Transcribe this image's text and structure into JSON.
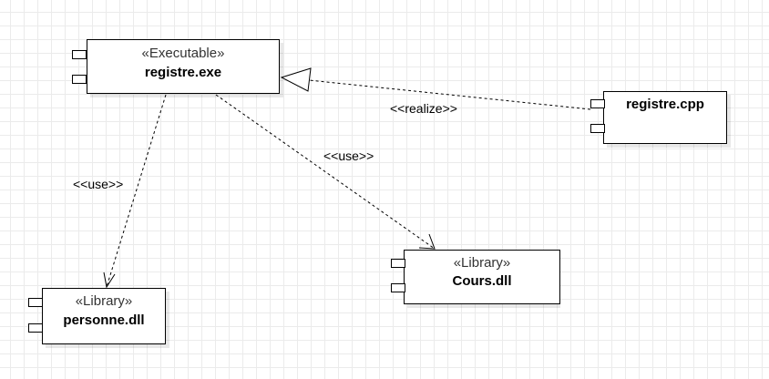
{
  "diagram": {
    "components": {
      "registre_exe": {
        "stereotype": "«Executable»",
        "name": "registre.exe"
      },
      "registre_cpp": {
        "stereotype": "",
        "name": "registre.cpp"
      },
      "personne_dll": {
        "stereotype": "«Library»",
        "name": "personne.dll"
      },
      "cours_dll": {
        "stereotype": "«Library»",
        "name": "Cours.dll"
      }
    },
    "relations": {
      "realize": "<<realize>>",
      "use_cours": "<<use>>",
      "use_personne": "<<use>>"
    }
  }
}
